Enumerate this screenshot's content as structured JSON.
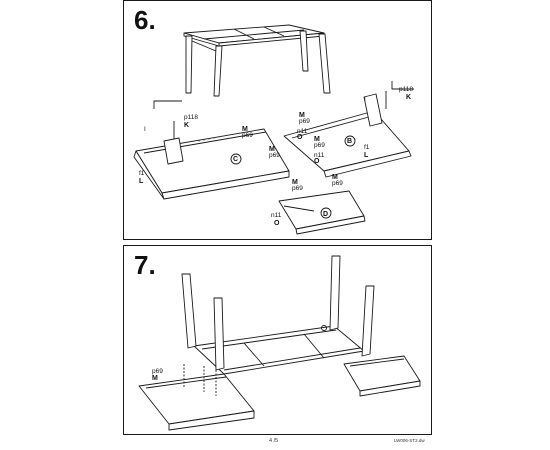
{
  "steps": {
    "six": "6.",
    "seven": "7."
  },
  "labels": {
    "p118": "p118",
    "K": "K",
    "M": "M",
    "p69": "p69",
    "n11": "n11",
    "O": "O",
    "f1": "f1",
    "L": "L",
    "I": "I",
    "B": "B",
    "C": "C",
    "D": "D"
  },
  "footer": {
    "page": "4 /5",
    "doc_id": "LW006-ST2.dw"
  }
}
